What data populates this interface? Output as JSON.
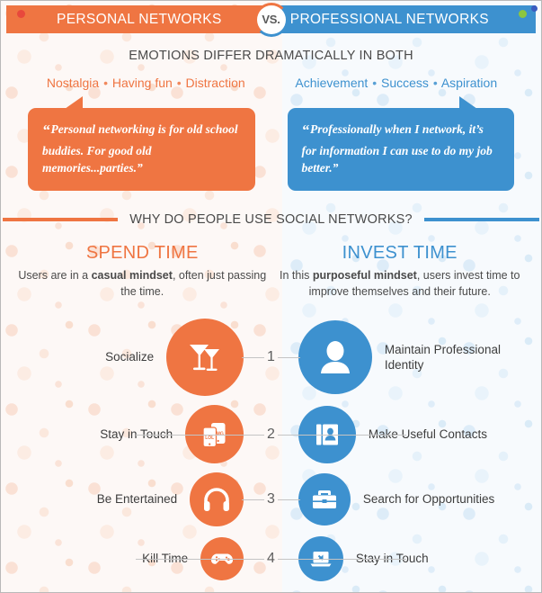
{
  "header": {
    "left_title": "PERSONAL NETWORKS",
    "vs_label": "VS.",
    "right_title": "PROFESSIONAL NETWORKS",
    "dot_red": "#e8483c",
    "dot_green": "#8dc63f",
    "orange": "#ef7542",
    "blue": "#3d91cf"
  },
  "emotions": {
    "title": "EMOTIONS DIFFER DRAMATICALLY IN BOTH",
    "left_words": [
      "Nostalgia",
      "Having fun",
      "Distraction"
    ],
    "right_words": [
      "Achievement",
      "Success",
      "Aspiration"
    ],
    "separator": "•"
  },
  "quotes": {
    "open_quote": "“",
    "left": "Personal networking is for old school buddies.  For good old memories...parties.”",
    "right": "Professionally when I network, it’s for information I can use to do my job better.”"
  },
  "divider": {
    "text": "WHY DO PEOPLE USE SOCIAL NETWORKS?"
  },
  "modes": {
    "left": {
      "title": "SPEND TIME",
      "sub_pre": "Users are in a ",
      "sub_bold": "casual mindset",
      "sub_post": ", often just passing the time."
    },
    "right": {
      "title": "INVEST TIME",
      "sub_pre": "In this ",
      "sub_bold": "purposeful mindset",
      "sub_post": ", users invest time to improve themselves and their future."
    }
  },
  "rows": [
    {
      "number": "1",
      "left_label": "Socialize",
      "left_icon": "cocktail-glasses-icon",
      "right_label": "Maintain Professional Identity",
      "right_icon": "person-silhouette-icon"
    },
    {
      "number": "2",
      "left_label": "Stay in Touch",
      "left_icon": "two-phones-icon",
      "right_label": "Make Useful Contacts",
      "right_icon": "address-book-icon",
      "phone_left_text": "LOL",
      "phone_right_text": "OMG"
    },
    {
      "number": "3",
      "left_label": "Be Entertained",
      "left_icon": "headphones-icon",
      "right_label": "Search for Opportunities",
      "right_icon": "briefcase-icon"
    },
    {
      "number": "4",
      "left_label": "Kill Time",
      "left_icon": "game-controller-icon",
      "right_label": "Stay in Touch",
      "right_icon": "laptop-cursor-icon"
    }
  ]
}
